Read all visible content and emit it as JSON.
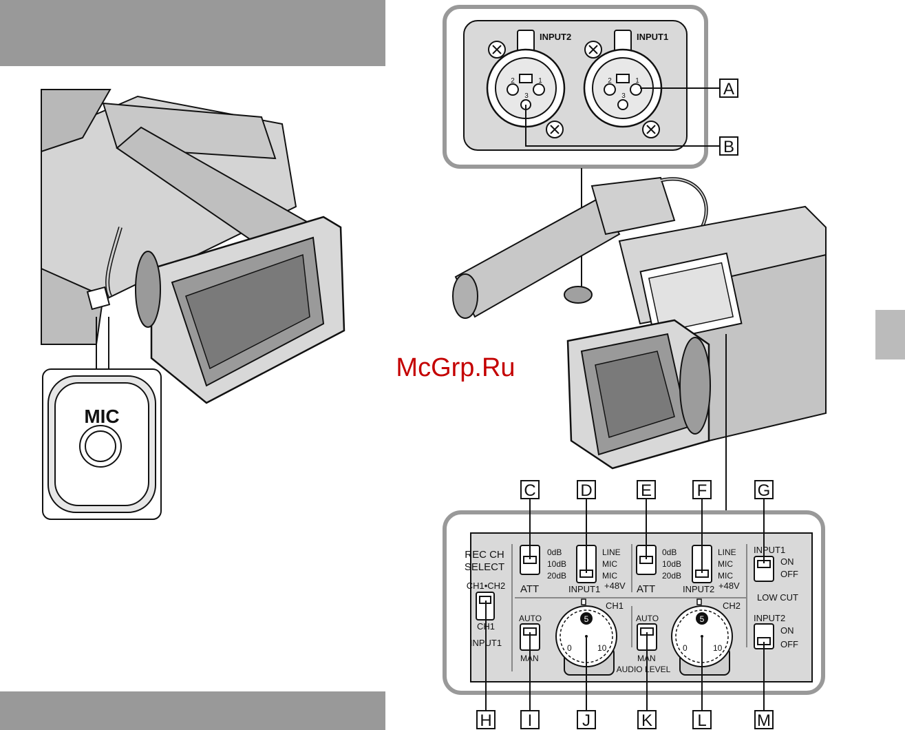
{
  "jack": {
    "mic_label": "MIC"
  },
  "xlr": {
    "input2_label": "INPUT2",
    "input1_label": "INPUT1",
    "pin1": "1",
    "pin2": "2",
    "pin3": "3"
  },
  "callouts": {
    "A": "A",
    "B": "B",
    "C": "C",
    "D": "D",
    "E": "E",
    "F": "F",
    "G": "G",
    "H": "H",
    "I": "I",
    "J": "J",
    "K": "K",
    "L": "L",
    "M": "M"
  },
  "panel": {
    "rec_ch_select_line1": "REC CH",
    "rec_ch_select_line2": "SELECT",
    "ch1ch2": "CH1•CH2",
    "ch1": "CH1",
    "input1_bottom": "INPUT1",
    "att_opt1": "0dB",
    "att_opt2": "10dB",
    "att_opt3": "20dB",
    "att_label": "ATT",
    "src_opt1": "LINE",
    "src_opt2": "MIC",
    "src_opt3": "MIC",
    "src_input1_label": "INPUT1",
    "src_input2_label": "INPUT2",
    "plus48v": "+48V",
    "lowcut_input1": "INPUT1",
    "lowcut_input2": "INPUT2",
    "on": "ON",
    "off": "OFF",
    "low_cut": "LOW CUT",
    "auto": "AUTO",
    "man": "MAN",
    "ch1_dial": "CH1",
    "ch2_dial": "CH2",
    "dial_top": "5",
    "dial_zero": "0",
    "dial_ten": "10",
    "audio_level": "AUDIO LEVEL"
  },
  "watermark": "McGrp.Ru"
}
